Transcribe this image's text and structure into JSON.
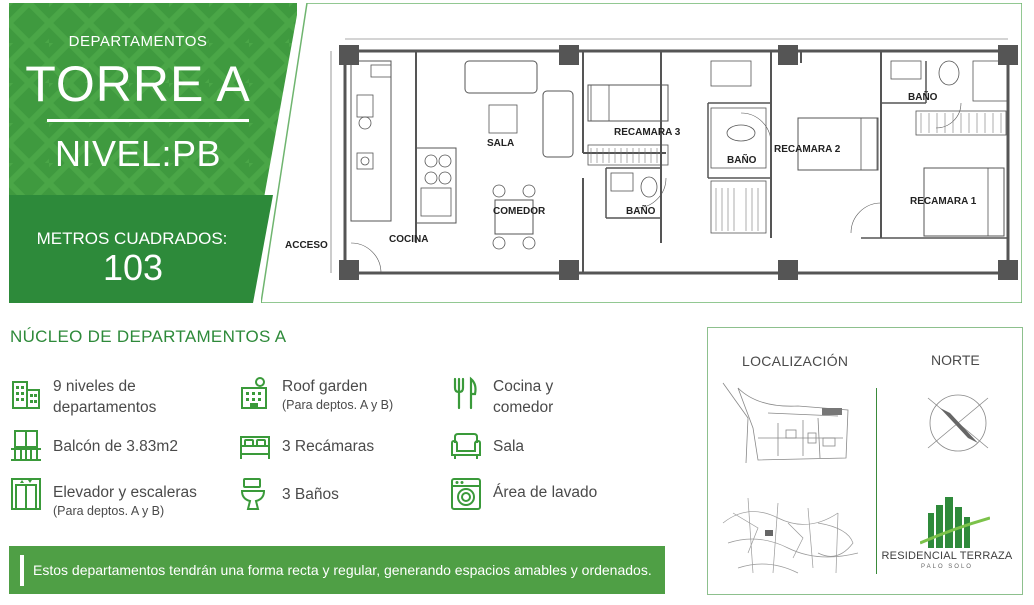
{
  "header": {
    "subtitle": "DEPARTAMENTOS",
    "title": "TORRE A",
    "level": "NIVEL:PB",
    "area_label": "METROS CUADRADOS:",
    "area_value": "103"
  },
  "plan": {
    "rooms": {
      "acceso": "ACCESO",
      "cocina": "COCINA",
      "sala": "SALA",
      "comedor": "COMEDOR",
      "recamara3": "RECAMARA 3",
      "bano_left": "BAÑO",
      "bano_mid": "BAÑO",
      "recamara2": "RECAMARA 2",
      "bano_right": "BAÑO",
      "recamara1": "RECAMARA 1"
    }
  },
  "section_title": "NÚCLEO DE DEPARTAMENTOS A",
  "features": [
    {
      "icon": "building-icon",
      "line1": "9 niveles de",
      "line2": "departamentos",
      "sub": ""
    },
    {
      "icon": "roof-garden-icon",
      "line1": "Roof garden",
      "line2": "",
      "sub": "(Para deptos. A y B)"
    },
    {
      "icon": "cutlery-icon",
      "line1": "Cocina y",
      "line2": "comedor",
      "sub": ""
    },
    {
      "icon": "balcony-icon",
      "line1": "Balcón de 3.83m2",
      "line2": "",
      "sub": ""
    },
    {
      "icon": "bed-icon",
      "line1": "3 Recámaras",
      "line2": "",
      "sub": ""
    },
    {
      "icon": "sofa-icon",
      "line1": "Sala",
      "line2": "",
      "sub": ""
    },
    {
      "icon": "elevator-icon",
      "line1": "Elevador y escaleras",
      "line2": "",
      "sub": "(Para deptos. A y B)"
    },
    {
      "icon": "toilet-icon",
      "line1": "3 Baños",
      "line2": "",
      "sub": ""
    },
    {
      "icon": "washing-machine-icon",
      "line1": "Área de lavado",
      "line2": "",
      "sub": ""
    }
  ],
  "note": "Estos departamentos tendrán una forma recta y regular, generando espacios amables y ordenados.",
  "location": {
    "title": "LOCALIZACIÓN",
    "north": "NORTE",
    "logo_text": "RESIDENCIAL TERRAZA",
    "logo_sub": "PALO SOLO"
  },
  "colors": {
    "green_dark": "#2f8a3b",
    "green_light": "#4f9f45",
    "text_gray": "#4a4a4a"
  }
}
